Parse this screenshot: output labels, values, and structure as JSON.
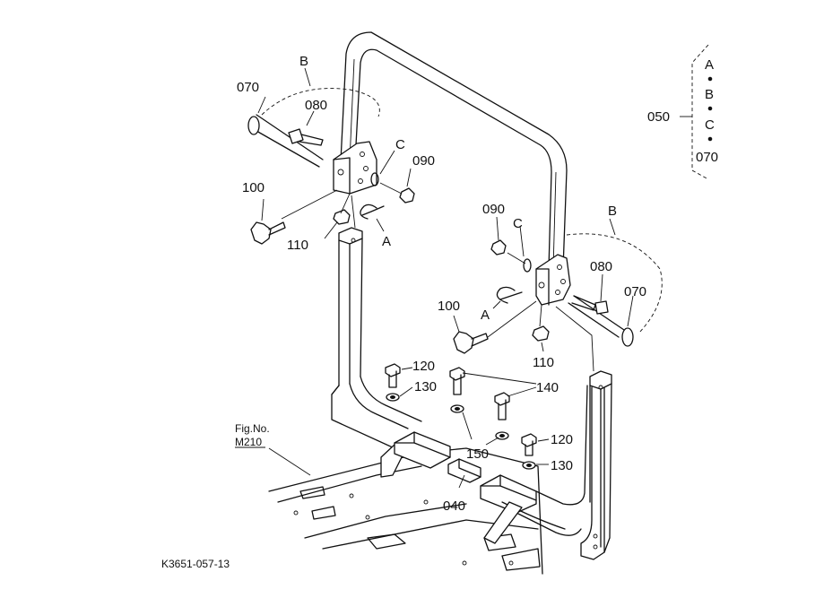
{
  "callouts": {
    "p070_left": "070",
    "p080_left": "080",
    "b_left": "B",
    "c_left": "C",
    "p090_left": "090",
    "p100_left": "100",
    "p110_left": "110",
    "a_left": "A",
    "p090_right": "090",
    "c_right": "C",
    "b_right": "B",
    "p080_right": "080",
    "p070_right": "070",
    "p100_right": "100",
    "a_right": "A",
    "p110_right": "110",
    "p120_left": "120",
    "p130_left": "130",
    "p140": "140",
    "p150": "150",
    "p120_right": "120",
    "p130_right": "130",
    "p040": "040"
  },
  "group_050": {
    "number": "050",
    "items": [
      "A",
      "B",
      "C",
      "070"
    ]
  },
  "fig_ref": {
    "line1": "Fig.No.",
    "line2": "M210"
  },
  "drawing_code": "K3651-057-13"
}
